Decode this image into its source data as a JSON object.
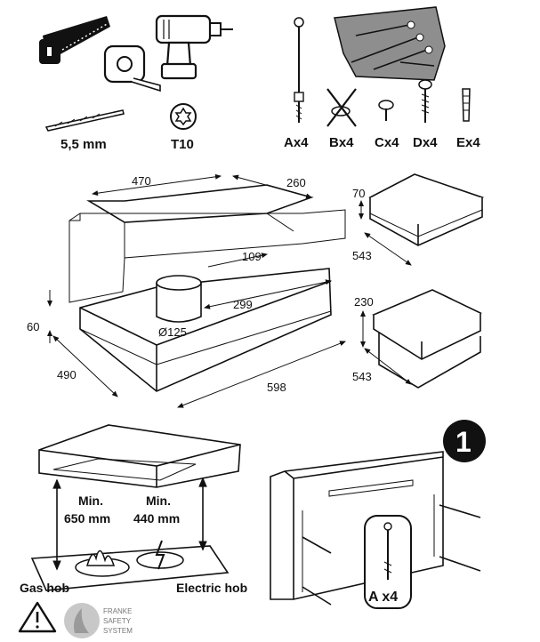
{
  "tools": {
    "drill_size": "5,5 mm",
    "screwdriver_bit": "T10"
  },
  "fixings": {
    "a": "Ax4",
    "b": "Bx4",
    "c": "Cx4",
    "d": "Dx4",
    "e": "Ex4"
  },
  "dimensions": {
    "cabinet_width": "470",
    "cabinet_depth": "260",
    "duct_offset": "109",
    "duct_distance": "299",
    "duct_diameter": "Ø125",
    "hood_height": "60",
    "hood_depth": "490",
    "hood_width": "598",
    "filter1_height": "70",
    "filter1_depth": "543",
    "filter2_height": "230",
    "filter2_depth": "543"
  },
  "installation": {
    "min_gas_label": "Min.",
    "min_gas_value": "650 mm",
    "min_elec_label": "Min.",
    "min_elec_value": "440 mm",
    "gas_hob": "Gas hob",
    "electric_hob": "Electric hob",
    "step_number": "1",
    "screw_callout": "A x4"
  },
  "branding": {
    "logo_text": [
      "FRANKE",
      "SAFETY",
      "SYSTEM"
    ]
  }
}
